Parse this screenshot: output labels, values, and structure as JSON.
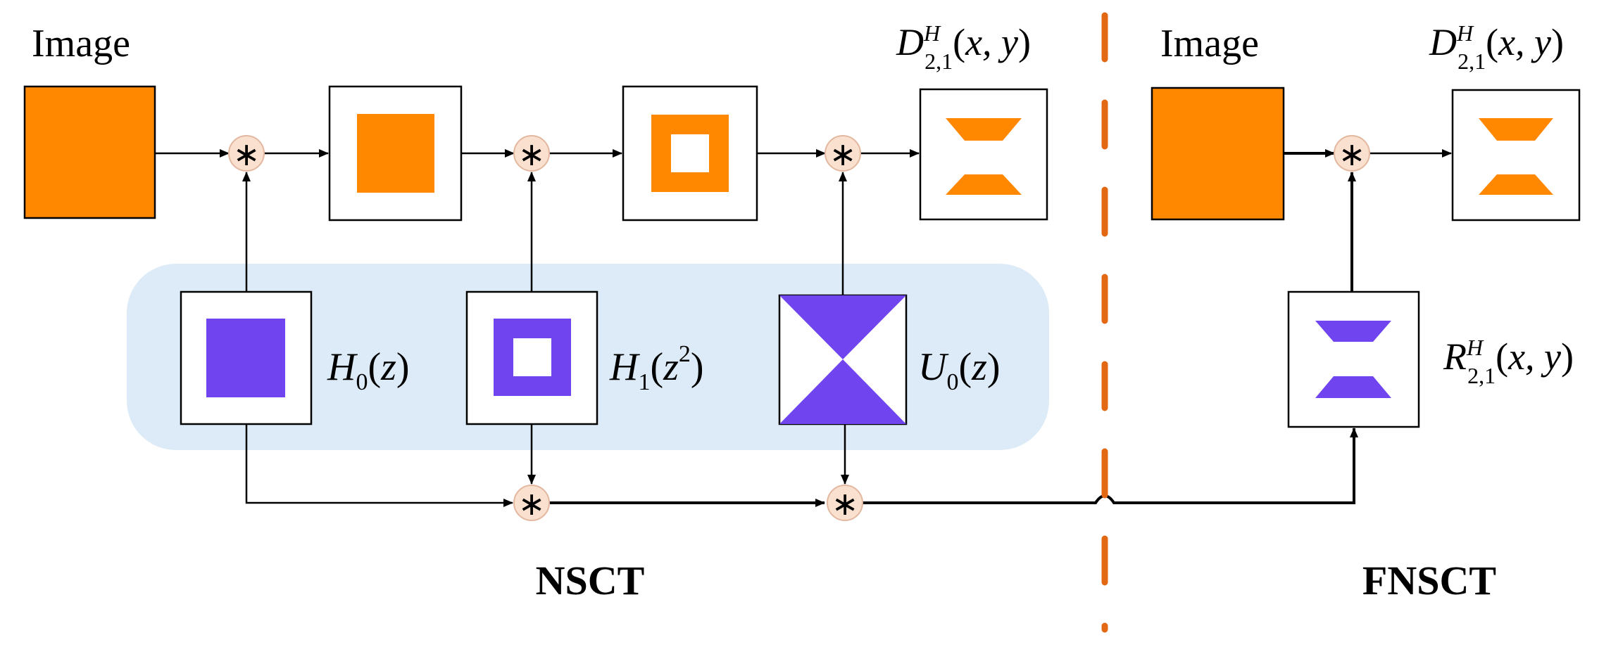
{
  "colors": {
    "image": "#FF8800",
    "filter": "#7045F0",
    "panel": "#DCEBF7",
    "divider": "#E36814",
    "conv_fill": "#F9E0CF"
  },
  "icons": {
    "conv": "asterisk-convolution-icon",
    "arrow": "arrowhead-icon"
  },
  "conv_symbol": "∗",
  "labels": {
    "nsct_image": "Image",
    "fnsct_image": "Image",
    "nsct_caption": "NSCT",
    "fnsct_caption": "FNSCT"
  },
  "math": {
    "H0": {
      "main": "H",
      "sub": "0",
      "open": "(",
      "arg": "z",
      "close": ")"
    },
    "H1": {
      "main": "H",
      "sub": "1",
      "open": "(",
      "arg": "z",
      "sup": "2",
      "close": ")"
    },
    "U0": {
      "main": "U",
      "sub": "0",
      "open": "(",
      "arg": "z",
      "close": ")"
    },
    "D_nsct": {
      "main": "D",
      "sub": "2,1",
      "sup": "H",
      "open": "(",
      "arg": "x, y",
      "close": ")"
    },
    "D_fnsct": {
      "main": "D",
      "sub": "2,1",
      "sup": "H",
      "open": "(",
      "arg": "x, y",
      "close": ")"
    },
    "R_fnsct": {
      "main": "R",
      "sub": "2,1",
      "sup": "H",
      "open": "(",
      "arg": "x, y",
      "close": ")"
    }
  }
}
